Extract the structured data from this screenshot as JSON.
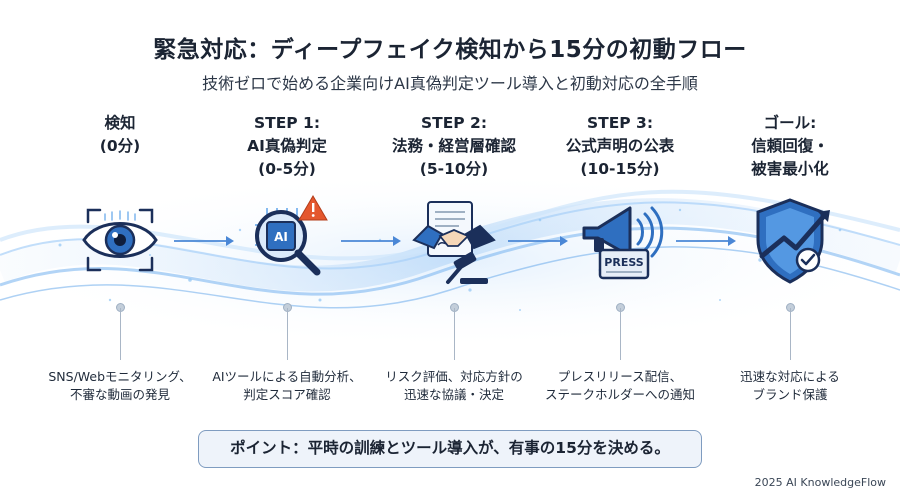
{
  "title": "緊急対応：ディープフェイク検知から15分の初動フロー",
  "subtitle": "技術ゼロで始める企業向けAI真偽判定ツール導入と初動対応の全手順",
  "steps": [
    {
      "label_lines": [
        "検知",
        "(0分)"
      ],
      "icon": "eye-scan-icon",
      "desc_lines": [
        "SNS/Webモニタリング、",
        "不審な動画の発見"
      ]
    },
    {
      "label_lines": [
        "STEP 1:",
        "AI真偽判定",
        "(0-5分)"
      ],
      "icon": "ai-chip-magnifier-icon",
      "icon_text": "AI",
      "desc_lines": [
        "AIツールによる自動分析、",
        "判定スコア確認"
      ]
    },
    {
      "label_lines": [
        "STEP 2:",
        "法務・経営層確認",
        "(5-10分)"
      ],
      "icon": "handshake-gavel-icon",
      "desc_lines": [
        "リスク評価、対応方針の",
        "迅速な協議・決定"
      ]
    },
    {
      "label_lines": [
        "STEP 3:",
        "公式声明の公表",
        "(10-15分)"
      ],
      "icon": "megaphone-press-icon",
      "icon_text": "PRESS",
      "desc_lines": [
        "プレスリリース配信、",
        "ステークホルダーへの通知"
      ]
    },
    {
      "label_lines": [
        "ゴール:",
        "信頼回復・",
        "被害最小化"
      ],
      "icon": "shield-growth-icon",
      "desc_lines": [
        "迅速な対応による",
        "ブランド保護"
      ]
    }
  ],
  "point": "ポイント：平時の訓練とツール導入が、有事の15分を決める。",
  "credit": "2025 AI KnowledgeFlow",
  "colors": {
    "accent_blue": "#2f6fc0",
    "dark_navy": "#1b2f5a",
    "warning": "#e4572e",
    "wave": "#7fb7f0"
  }
}
